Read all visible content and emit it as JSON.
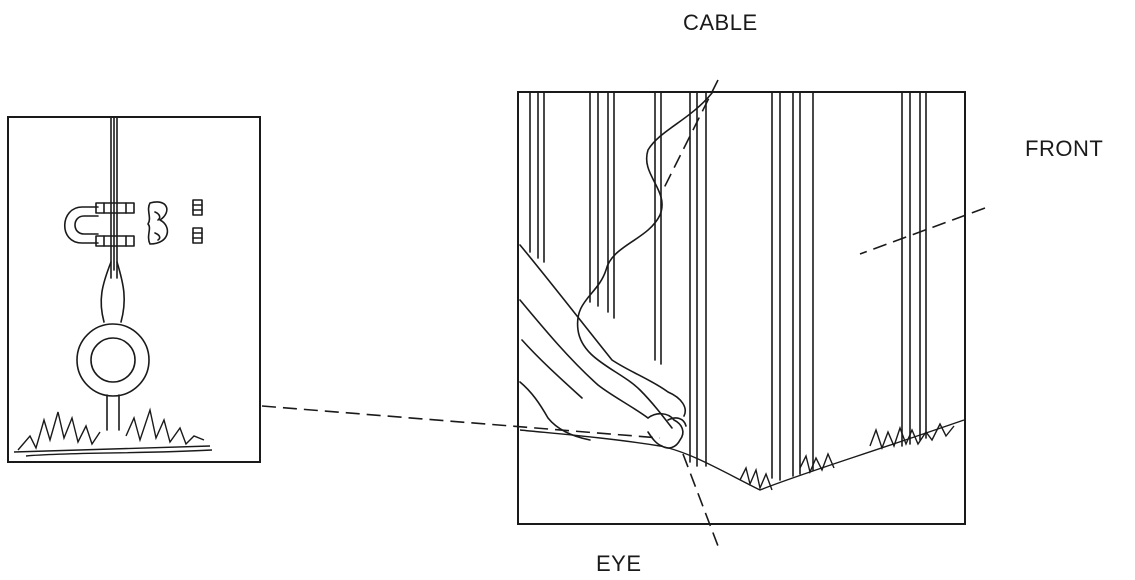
{
  "labels": {
    "cable": "CABLE",
    "front": "FRONT",
    "eye": "EYE"
  }
}
